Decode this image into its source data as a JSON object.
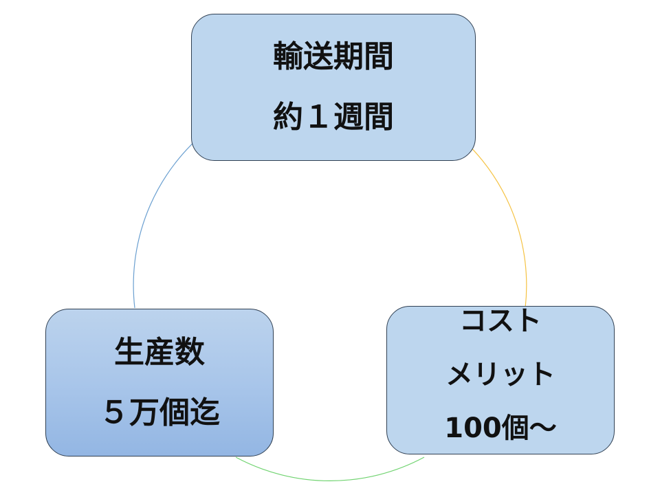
{
  "cycle": {
    "nodes": [
      {
        "lines": [
          "輸送期間",
          "約１週間"
        ]
      },
      {
        "lines": [
          "コスト",
          "メリット",
          "100個～"
        ]
      },
      {
        "lines": [
          "生産数",
          "５万個迄"
        ]
      }
    ],
    "arrow_colors": {
      "transport_to_cost": "#f5c242",
      "cost_to_production": "#6fd36f",
      "production_to_transport": "#6a9fd0"
    },
    "node_fill": "#bdd6ee",
    "node_border": "#2f3f52"
  }
}
